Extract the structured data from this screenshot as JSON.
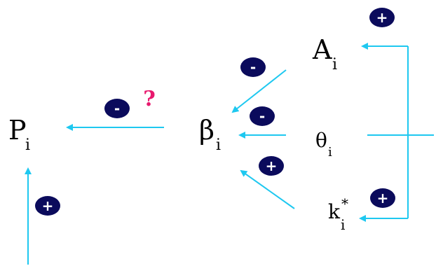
{
  "colors": {
    "arrow": "#1ec8f0",
    "badge": "#0b0b5c",
    "badge_text": "#ffffff",
    "question": "#e8196e",
    "text": "#000000"
  },
  "nodes": {
    "p": {
      "base": "P",
      "sub": "i"
    },
    "beta": {
      "base": "β",
      "sub": "i"
    },
    "a": {
      "base": "A",
      "sub": "i"
    },
    "theta": {
      "base": "θ",
      "sub": "i"
    },
    "k": {
      "base": "k",
      "sup": "*",
      "sub": "i"
    }
  },
  "signs": {
    "a_top": "+",
    "a_to_beta": "-",
    "beta_to_p": "-",
    "theta_to_beta": "-",
    "k_to_beta": "+",
    "k_feedback": "+",
    "into_p": "+"
  },
  "question": "?"
}
